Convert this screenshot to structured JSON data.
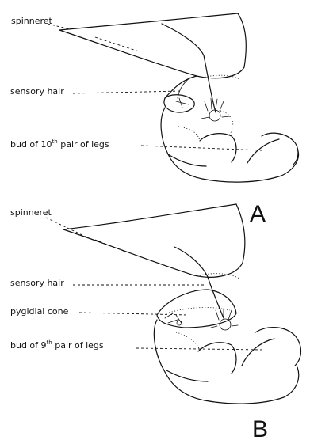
{
  "panels": [
    {
      "letter": "A",
      "labels": {
        "spinneret": "spinneret",
        "sensory_hair": "sensory hair",
        "bud_prefix": "bud of 10",
        "bud_sup": "th",
        "bud_suffix": " pair of legs"
      }
    },
    {
      "letter": "B",
      "labels": {
        "spinneret": "spinneret",
        "sensory_hair": "sensory hair",
        "pygidial_cone": "pygidial cone",
        "bud_prefix": "bud of 9",
        "bud_sup": "th",
        "bud_suffix": " pair of legs"
      }
    }
  ]
}
